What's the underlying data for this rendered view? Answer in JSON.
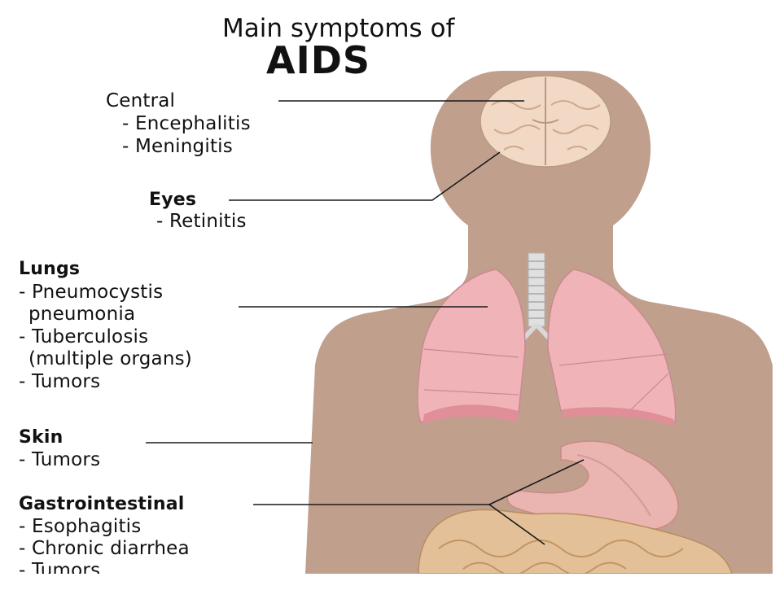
{
  "title": {
    "line1": "Main symptoms of",
    "line2": "AIDS"
  },
  "sections": {
    "central": {
      "heading": "Central",
      "items": [
        "- Encephalitis",
        "- Meningitis"
      ]
    },
    "eyes": {
      "heading": "Eyes",
      "items": [
        "- Retinitis"
      ]
    },
    "lungs": {
      "heading": "Lungs",
      "items": [
        "- Pneumocystis",
        "pneumonia",
        "- Tuberculosis",
        "(multiple organs)",
        "- Tumors"
      ]
    },
    "skin": {
      "heading": "Skin",
      "items": [
        "- Tumors"
      ]
    },
    "gastrointestinal": {
      "heading": "Gastrointestinal",
      "items": [
        "- Esophagitis",
        "- Chronic diarrhea",
        "- Tumors"
      ]
    }
  },
  "colors": {
    "body": "#c09f8d",
    "brain": "#f1d9c6",
    "lungs": "#f0b3b8",
    "stomach": "#eab5b0",
    "intestine": "#e3c097",
    "lines": "#1a1a1a"
  }
}
